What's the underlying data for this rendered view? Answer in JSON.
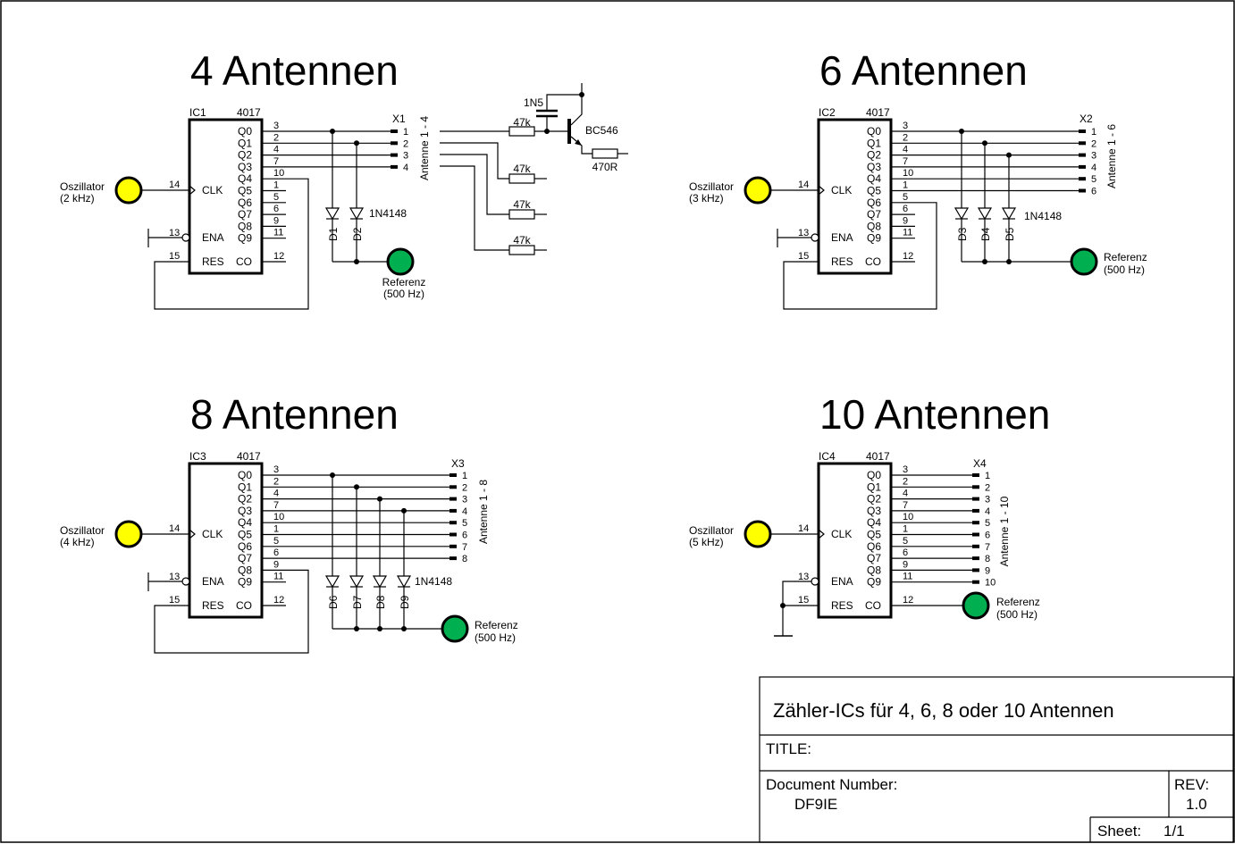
{
  "colors": {
    "oscillator": "#ffff00",
    "reference": "#00b050",
    "wire": "#000000"
  },
  "ic_type": "4017",
  "pin_labels": {
    "outputs": [
      "Q0",
      "Q1",
      "Q2",
      "Q3",
      "Q4",
      "Q5",
      "Q6",
      "Q7",
      "Q8",
      "Q9"
    ],
    "clk": "CLK",
    "ena": "ENA",
    "res": "RES",
    "co": "CO"
  },
  "pin_numbers": {
    "outputs": [
      "3",
      "2",
      "4",
      "7",
      "10",
      "1",
      "5",
      "6",
      "9",
      "11"
    ],
    "clk": "14",
    "ena": "13",
    "res": "15",
    "co": "12"
  },
  "diode_type": "1N4148",
  "reference_label": [
    "Referenz",
    "(500 Hz)"
  ],
  "oscillator_label": "Oszillator",
  "sections": [
    {
      "heading": "4 Antennen",
      "ic": "IC1",
      "osc_freq": "(2 kHz)",
      "connector": "X1",
      "antenna_label": "Antenne 1 - 4",
      "diodes": [
        "D1",
        "D2"
      ]
    },
    {
      "heading": "6 Antennen",
      "ic": "IC2",
      "osc_freq": "(3 kHz)",
      "connector": "X2",
      "antenna_label": "Antenne 1 - 6",
      "diodes": [
        "D3",
        "D4",
        "D5"
      ]
    },
    {
      "heading": "8 Antennen",
      "ic": "IC3",
      "osc_freq": "(4 kHz)",
      "connector": "X3",
      "antenna_label": "Antenne 1 - 8",
      "diodes": [
        "D6",
        "D7",
        "D8",
        "D9"
      ]
    },
    {
      "heading": "10 Antennen",
      "ic": "IC4",
      "osc_freq": "(5 kHz)",
      "connector": "X4",
      "antenna_label": "Antenne 1 - 10",
      "diodes": []
    }
  ],
  "driver": {
    "capacitor": "1N5",
    "transistor": "BC546",
    "base_resistors": [
      "47k",
      "47k",
      "47k",
      "47k"
    ],
    "emitter_resistor": "470R"
  },
  "title_block": {
    "description": "Zähler-ICs für 4, 6, 8 oder 10 Antennen",
    "title_label": "TITLE:",
    "doc_number_label": "Document Number:",
    "doc_number": "DF9IE",
    "rev_label": "REV:",
    "rev": "1.0",
    "sheet_label": "Sheet:",
    "sheet": "1/1"
  }
}
